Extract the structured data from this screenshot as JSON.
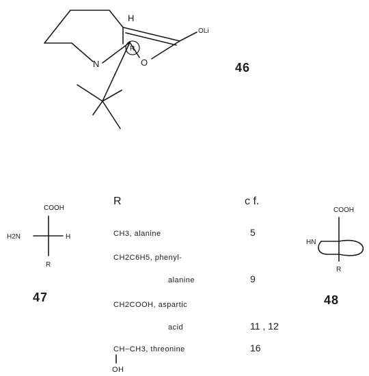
{
  "compound_46": {
    "number": "46",
    "atoms": {
      "n": "N",
      "o": "O",
      "h": "H",
      "oli": "OLi",
      "stereo": "R"
    }
  },
  "compound_47": {
    "number": "47",
    "atoms": {
      "cooh": "COOH",
      "h2n": "H2N",
      "h": "H",
      "r": "R"
    }
  },
  "compound_48": {
    "number": "48",
    "atoms": {
      "cooh": "COOH",
      "hn": "HN",
      "r": "R"
    }
  },
  "table": {
    "header_r": "R",
    "header_cf": "c f.",
    "rows": [
      {
        "r_line1": "CH3, alanine",
        "r_line2": "",
        "cf": "5"
      },
      {
        "r_line1": "CH2C6H5, phenyl-",
        "r_line2": "alanine",
        "cf": "9"
      },
      {
        "r_line1": "CH2COOH, aspartic",
        "r_line2": "acid",
        "cf": "11 , 12"
      },
      {
        "r_line1": "CH−CH3, threonine",
        "r_line2": "OH",
        "cf": "16"
      }
    ]
  }
}
